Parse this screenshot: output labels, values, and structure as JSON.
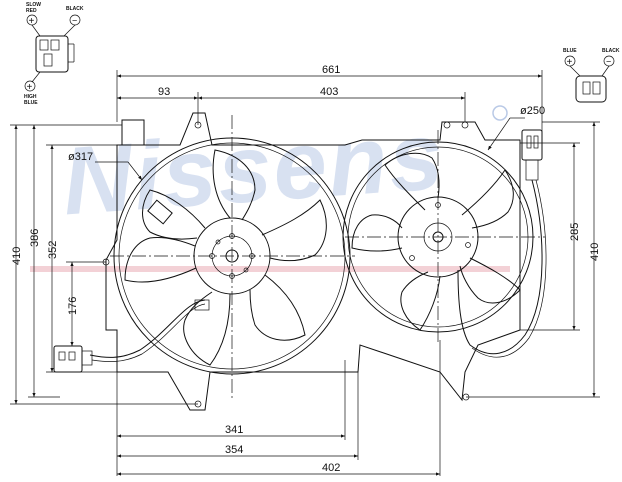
{
  "watermark": "Nissens",
  "dimensions": {
    "overall_width": "661",
    "left_offset": "93",
    "mount_spacing": "403",
    "left_fan_dia": "ø317",
    "right_fan_dia": "ø250",
    "height_left": "410",
    "height_386": "386",
    "height_352": "352",
    "height_176": "176",
    "bottom_341": "341",
    "bottom_354": "354",
    "bottom_402": "402",
    "right_285": "285",
    "right_410": "410"
  },
  "connector_left": {
    "slow_red": "SLOW RED",
    "black": "BLACK",
    "high_blue": "HIGH BLUE",
    "plus": "+",
    "minus": "−"
  },
  "connector_right": {
    "blue": "BLUE",
    "black": "BLACK",
    "plus": "+",
    "minus": "−"
  }
}
